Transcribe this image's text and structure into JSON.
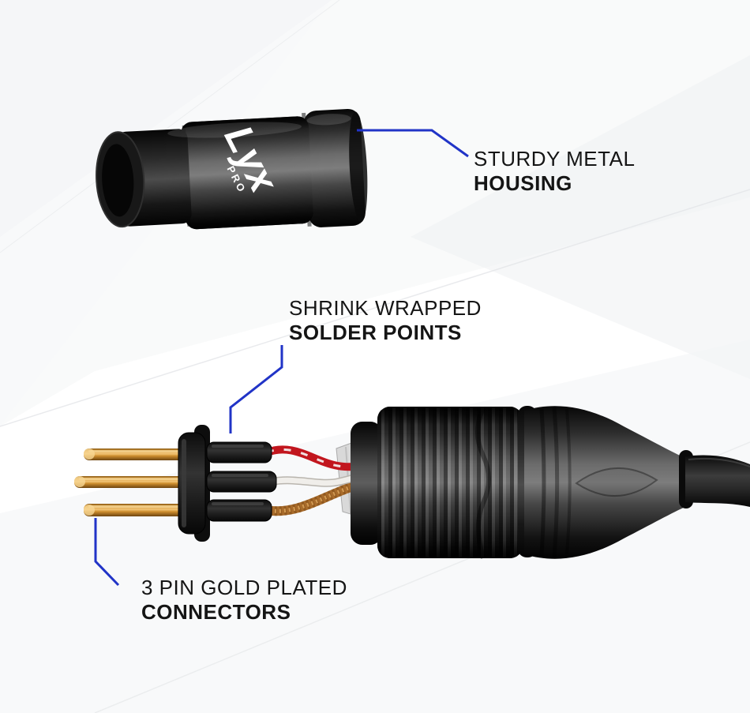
{
  "brand": {
    "logo_main": "Lyx",
    "logo_sub": "PRO"
  },
  "callouts": {
    "housing": {
      "line1": "STURDY METAL",
      "line2": "HOUSING"
    },
    "shrink": {
      "line1": "SHRINK WRAPPED",
      "line2": "SOLDER POINTS"
    },
    "pins": {
      "line1": "3 PIN GOLD PLATED",
      "line2": "CONNECTORS"
    }
  },
  "colors": {
    "accent_blue": "#2134c7",
    "text": "#151515",
    "gold_pin": "#c8882d",
    "housing_black": "#141414",
    "wire_red": "#c2161e",
    "wire_white": "#efede9",
    "wire_copper": "#a86b2a"
  }
}
